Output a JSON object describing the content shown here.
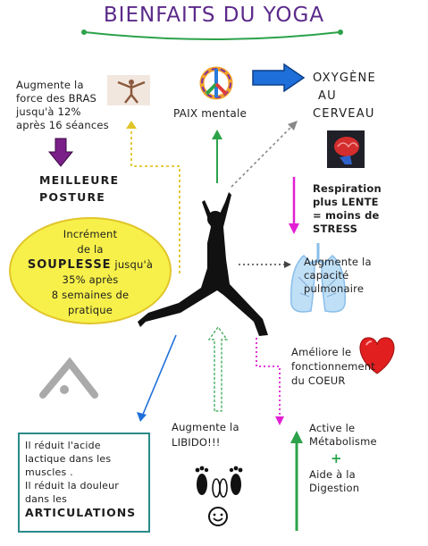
{
  "title": "BIENFAITS DU YOGA",
  "colors": {
    "title": "#5b2a8a",
    "arrow_blue": "#1e6fd9",
    "arrow_purple": "#7a1f88",
    "arrow_green": "#2ca24a",
    "arrow_magenta": "#e21fd3",
    "arrow_yellow": "#e0c52a",
    "ellipse_fill": "#f7f04a",
    "box_border": "#2a8a8a"
  },
  "items": {
    "bras": [
      "Augmente la",
      "force des BRAS",
      "jusqu'à 12%",
      "après 16 séances"
    ],
    "posture": [
      "MEILLEURE",
      "POSTURE"
    ],
    "paix": "PAIX mentale",
    "oxygene": [
      "OXYGÈNE",
      "AU",
      "CERVEAU"
    ],
    "respiration": [
      "Respiration",
      "plus LENTE",
      "= moins de",
      "STRESS"
    ],
    "souplesse": {
      "line1": "Incrément",
      "line2": "de la",
      "big": "SOUPLESSE",
      "tail": "jusqu'à",
      "line4": "35% après",
      "line5": "8 semaines de",
      "line6": "pratique"
    },
    "capacite": [
      "Augmente la",
      "capacité",
      "pulmonaire"
    ],
    "coeur": [
      "Améliore le",
      "fonctionnement",
      "du COEUR"
    ],
    "libido": [
      "Augmente la",
      "LIBIDO!!!"
    ],
    "metabolisme": [
      "Active le",
      "Métabolisme",
      "+",
      "Aide à la",
      "Digestion"
    ],
    "articulations": [
      "Il réduit l'acide",
      "lactique dans les",
      "muscles .",
      "Il réduit la douleur",
      "dans les",
      "ARTICULATIONS"
    ]
  },
  "icons": [
    "yoga-pose-icon",
    "peace-sign-icon",
    "brain-icon",
    "lungs-icon",
    "heart-icon",
    "downward-dog-icon",
    "footprints-icon",
    "smiley-icon",
    "yogi-silhouette"
  ]
}
